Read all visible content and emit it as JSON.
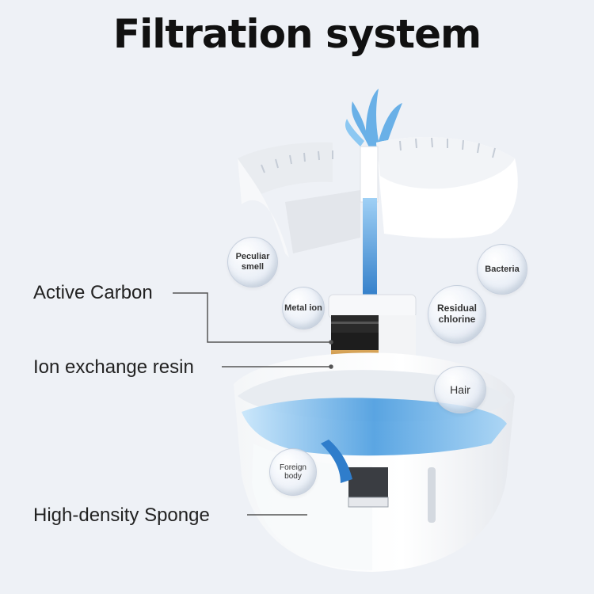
{
  "title": "Filtration system",
  "labels": {
    "active_carbon": "Active Carbon",
    "ion_exchange": "Ion exchange resin",
    "sponge": "High-density Sponge"
  },
  "bubbles": {
    "peculiar": "Peculiar smell",
    "metal": "Metal ion",
    "bacteria": "Bacteria",
    "chlorine": "Residual chlorine",
    "hair": "Hair",
    "foreign": "Foreign body"
  },
  "colors": {
    "background": "#eef1f6",
    "water": "#3f8fd6",
    "white_plastic": "#ffffff",
    "carbon": "#2a2a2a",
    "resin": "#c08a3e"
  }
}
